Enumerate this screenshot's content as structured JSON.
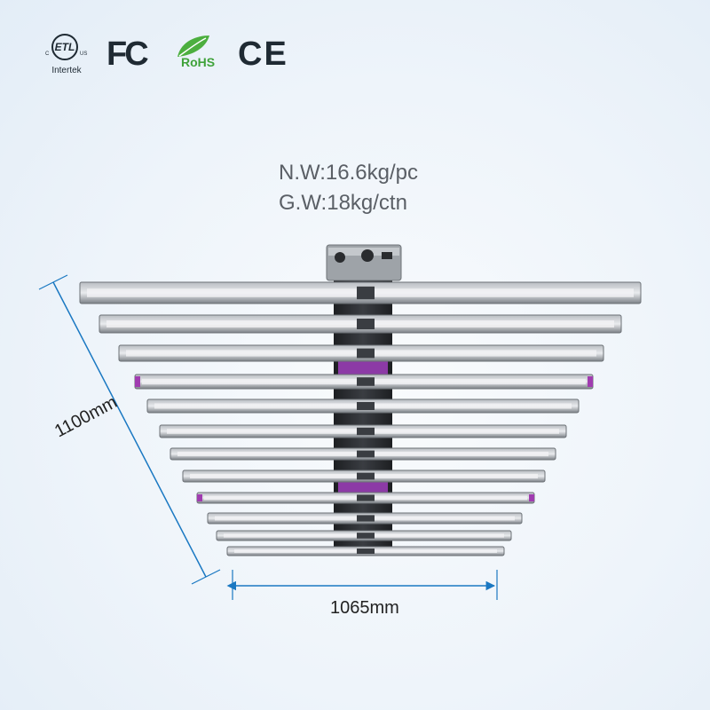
{
  "certifications": {
    "etl": {
      "mark": "ETL",
      "c": "C",
      "us": "US",
      "brand": "Intertek"
    },
    "fc": "FC",
    "rohs": "RoHS",
    "ce": "CE"
  },
  "specs": {
    "net_weight": "N.W:16.6kg/pc",
    "gross_weight": "G.W:18kg/ctn"
  },
  "dimensions": {
    "width": "1065mm",
    "height": "1100mm"
  },
  "colors": {
    "dimension_line": "#1a78c2",
    "uv_accent": "#a03cb0",
    "bar_frame": "#8d9298"
  }
}
